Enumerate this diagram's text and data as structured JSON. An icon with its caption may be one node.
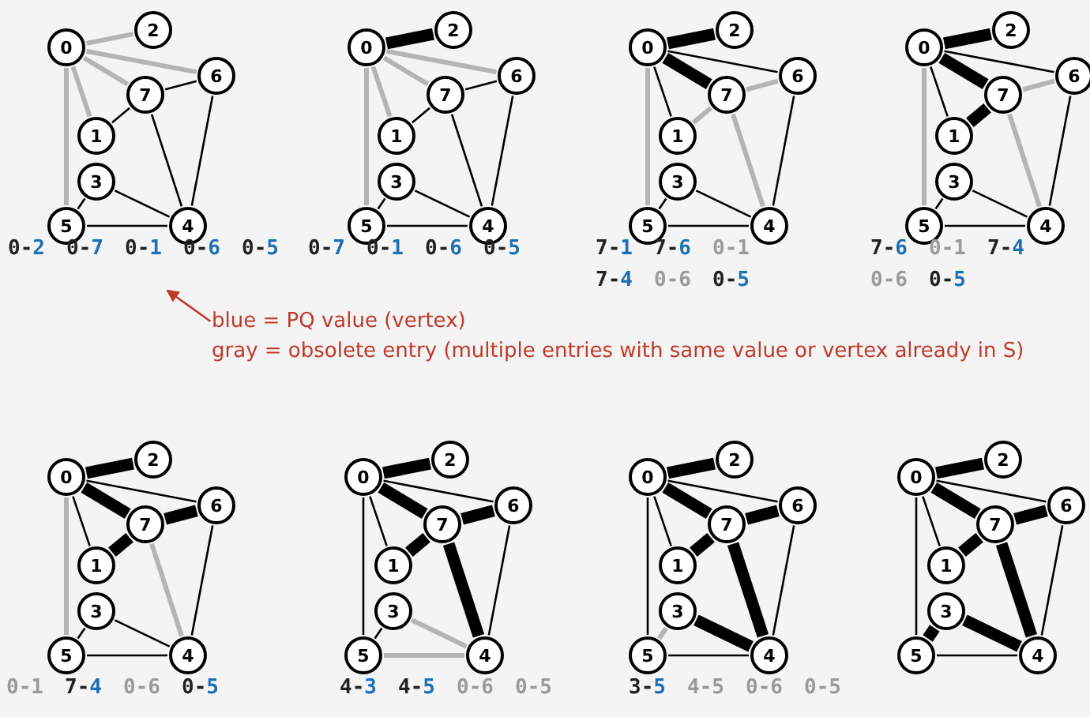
{
  "diagram": {
    "nodes": [
      {
        "text": [
          "0"
        ]
      },
      {
        "text": [
          "1"
        ]
      },
      {
        "text": [
          "2"
        ]
      },
      {
        "text": [
          "3"
        ]
      },
      {
        "text": [
          "4"
        ]
      },
      {
        "text": [
          "5"
        ]
      },
      {
        "text": [
          "6"
        ]
      },
      {
        "text": [
          "7"
        ]
      },
      {
        "text": [
          "0"
        ]
      },
      {
        "text": [
          "1"
        ]
      },
      {
        "text": [
          "2"
        ]
      },
      {
        "text": [
          "3"
        ]
      },
      {
        "text": [
          "4"
        ]
      },
      {
        "text": [
          "5"
        ]
      },
      {
        "text": [
          "6"
        ]
      },
      {
        "text": [
          "7"
        ]
      },
      {
        "text": [
          "0"
        ]
      },
      {
        "text": [
          "1"
        ]
      },
      {
        "text": [
          "2"
        ]
      },
      {
        "text": [
          "3"
        ]
      },
      {
        "text": [
          "4"
        ]
      },
      {
        "text": [
          "5"
        ]
      },
      {
        "text": [
          "6"
        ]
      },
      {
        "text": [
          "7"
        ]
      },
      {
        "text": [
          "0"
        ]
      },
      {
        "text": [
          "1"
        ]
      },
      {
        "text": [
          "2"
        ]
      },
      {
        "text": [
          "3"
        ]
      },
      {
        "text": [
          "4"
        ]
      },
      {
        "text": [
          "5"
        ]
      },
      {
        "text": [
          "6"
        ]
      },
      {
        "text": [
          "7"
        ]
      },
      {
        "text": [
          "0"
        ]
      },
      {
        "text": [
          "1"
        ]
      },
      {
        "text": [
          "2"
        ]
      },
      {
        "text": [
          "3"
        ]
      },
      {
        "text": [
          "4"
        ]
      },
      {
        "text": [
          "5"
        ]
      },
      {
        "text": [
          "6"
        ]
      },
      {
        "text": [
          "7"
        ]
      },
      {
        "text": [
          "0"
        ]
      },
      {
        "text": [
          "1"
        ]
      },
      {
        "text": [
          "2"
        ]
      },
      {
        "text": [
          "3"
        ]
      },
      {
        "text": [
          "4"
        ]
      },
      {
        "text": [
          "5"
        ]
      },
      {
        "text": [
          "6"
        ]
      },
      {
        "text": [
          "7"
        ]
      },
      {
        "text": [
          "0"
        ]
      },
      {
        "text": [
          "1"
        ]
      },
      {
        "text": [
          "2"
        ]
      },
      {
        "text": [
          "3"
        ]
      },
      {
        "text": [
          "4"
        ]
      },
      {
        "text": [
          "5"
        ]
      },
      {
        "text": [
          "6"
        ]
      },
      {
        "text": [
          "7"
        ]
      },
      {
        "text": [
          "0"
        ]
      },
      {
        "text": [
          "1"
        ]
      },
      {
        "text": [
          "2"
        ]
      },
      {
        "text": [
          "3"
        ]
      },
      {
        "text": [
          "4"
        ]
      },
      {
        "text": [
          "5"
        ]
      },
      {
        "text": [
          "6"
        ]
      },
      {
        "text": [
          "7"
        ]
      },
      {
        "text": [
          "blue =  PQ value (vertex)",
          "gray = obsolete entry (multiple entries with same value or vertex already in S)"
        ]
      }
    ],
    "edges": [
      {
        "from": 0,
        "to": 2,
        "arrow": "none",
        "color": "#b4b4b4"
      },
      {
        "from": 0,
        "to": 7,
        "arrow": "none",
        "color": "#b4b4b4"
      },
      {
        "from": 0,
        "to": 1,
        "arrow": "none",
        "color": "#b4b4b4"
      },
      {
        "from": 0,
        "to": 6,
        "arrow": "none",
        "color": "#b4b4b4"
      },
      {
        "from": 0,
        "to": 5,
        "arrow": "none",
        "color": "#b4b4b4"
      },
      {
        "from": 7,
        "to": 1,
        "arrow": "none"
      },
      {
        "from": 7,
        "to": 6,
        "arrow": "none"
      },
      {
        "from": 7,
        "to": 4,
        "arrow": "none"
      },
      {
        "from": 6,
        "to": 4,
        "arrow": "none"
      },
      {
        "from": 3,
        "to": 5,
        "arrow": "none"
      },
      {
        "from": 3,
        "to": 4,
        "arrow": "none"
      },
      {
        "from": 5,
        "to": 4,
        "arrow": "none"
      },
      {
        "from": 8,
        "to": 10,
        "arrow": "none",
        "style": "thick"
      },
      {
        "from": 8,
        "to": 15,
        "arrow": "none",
        "color": "#b4b4b4"
      },
      {
        "from": 8,
        "to": 9,
        "arrow": "none",
        "color": "#b4b4b4"
      },
      {
        "from": 8,
        "to": 14,
        "arrow": "none",
        "color": "#b4b4b4"
      },
      {
        "from": 8,
        "to": 13,
        "arrow": "none",
        "color": "#b4b4b4"
      },
      {
        "from": 15,
        "to": 9,
        "arrow": "none"
      },
      {
        "from": 15,
        "to": 14,
        "arrow": "none"
      },
      {
        "from": 15,
        "to": 12,
        "arrow": "none"
      },
      {
        "from": 14,
        "to": 12,
        "arrow": "none"
      },
      {
        "from": 11,
        "to": 13,
        "arrow": "none"
      },
      {
        "from": 11,
        "to": 12,
        "arrow": "none"
      },
      {
        "from": 13,
        "to": 12,
        "arrow": "none"
      },
      {
        "from": 16,
        "to": 18,
        "arrow": "none",
        "style": "thick"
      },
      {
        "from": 16,
        "to": 23,
        "arrow": "none",
        "style": "thick"
      },
      {
        "from": 16,
        "to": 17,
        "arrow": "none"
      },
      {
        "from": 16,
        "to": 22,
        "arrow": "none"
      },
      {
        "from": 16,
        "to": 21,
        "arrow": "none",
        "color": "#b4b4b4"
      },
      {
        "from": 23,
        "to": 17,
        "arrow": "none",
        "color": "#b4b4b4"
      },
      {
        "from": 23,
        "to": 22,
        "arrow": "none",
        "color": "#b4b4b4"
      },
      {
        "from": 23,
        "to": 20,
        "arrow": "none",
        "color": "#b4b4b4"
      },
      {
        "from": 22,
        "to": 20,
        "arrow": "none"
      },
      {
        "from": 19,
        "to": 21,
        "arrow": "none"
      },
      {
        "from": 19,
        "to": 20,
        "arrow": "none"
      },
      {
        "from": 21,
        "to": 20,
        "arrow": "none"
      },
      {
        "from": 24,
        "to": 26,
        "arrow": "none",
        "style": "thick"
      },
      {
        "from": 24,
        "to": 31,
        "arrow": "none",
        "style": "thick"
      },
      {
        "from": 24,
        "to": 25,
        "arrow": "none"
      },
      {
        "from": 24,
        "to": 30,
        "arrow": "none"
      },
      {
        "from": 24,
        "to": 29,
        "arrow": "none",
        "color": "#b4b4b4"
      },
      {
        "from": 31,
        "to": 25,
        "arrow": "none",
        "style": "thick"
      },
      {
        "from": 31,
        "to": 30,
        "arrow": "none",
        "color": "#b4b4b4"
      },
      {
        "from": 31,
        "to": 28,
        "arrow": "none",
        "color": "#b4b4b4"
      },
      {
        "from": 30,
        "to": 28,
        "arrow": "none"
      },
      {
        "from": 27,
        "to": 29,
        "arrow": "none"
      },
      {
        "from": 27,
        "to": 28,
        "arrow": "none"
      },
      {
        "from": 29,
        "to": 28,
        "arrow": "none"
      },
      {
        "from": 32,
        "to": 34,
        "arrow": "none",
        "style": "thick"
      },
      {
        "from": 32,
        "to": 39,
        "arrow": "none",
        "style": "thick"
      },
      {
        "from": 32,
        "to": 33,
        "arrow": "none"
      },
      {
        "from": 32,
        "to": 38,
        "arrow": "none"
      },
      {
        "from": 32,
        "to": 37,
        "arrow": "none",
        "color": "#b4b4b4"
      },
      {
        "from": 39,
        "to": 33,
        "arrow": "none",
        "style": "thick"
      },
      {
        "from": 39,
        "to": 38,
        "arrow": "none",
        "style": "thick"
      },
      {
        "from": 39,
        "to": 36,
        "arrow": "none",
        "color": "#b4b4b4"
      },
      {
        "from": 38,
        "to": 36,
        "arrow": "none"
      },
      {
        "from": 35,
        "to": 37,
        "arrow": "none"
      },
      {
        "from": 35,
        "to": 36,
        "arrow": "none"
      },
      {
        "from": 37,
        "to": 36,
        "arrow": "none"
      },
      {
        "from": 40,
        "to": 42,
        "arrow": "none",
        "style": "thick"
      },
      {
        "from": 40,
        "to": 47,
        "arrow": "none",
        "style": "thick"
      },
      {
        "from": 40,
        "to": 41,
        "arrow": "none"
      },
      {
        "from": 40,
        "to": 46,
        "arrow": "none"
      },
      {
        "from": 40,
        "to": 45,
        "arrow": "none"
      },
      {
        "from": 47,
        "to": 41,
        "arrow": "none",
        "style": "thick"
      },
      {
        "from": 47,
        "to": 46,
        "arrow": "none",
        "style": "thick"
      },
      {
        "from": 47,
        "to": 44,
        "arrow": "none",
        "style": "thick"
      },
      {
        "from": 46,
        "to": 44,
        "arrow": "none"
      },
      {
        "from": 43,
        "to": 45,
        "arrow": "none"
      },
      {
        "from": 43,
        "to": 44,
        "arrow": "none",
        "color": "#b4b4b4"
      },
      {
        "from": 45,
        "to": 44,
        "arrow": "none",
        "color": "#b4b4b4"
      },
      {
        "from": 48,
        "to": 50,
        "arrow": "none",
        "style": "thick"
      },
      {
        "from": 48,
        "to": 55,
        "arrow": "none",
        "style": "thick"
      },
      {
        "from": 48,
        "to": 49,
        "arrow": "none"
      },
      {
        "from": 48,
        "to": 54,
        "arrow": "none"
      },
      {
        "from": 48,
        "to": 53,
        "arrow": "none"
      },
      {
        "from": 55,
        "to": 49,
        "arrow": "none",
        "style": "thick"
      },
      {
        "from": 55,
        "to": 54,
        "arrow": "none",
        "style": "thick"
      },
      {
        "from": 55,
        "to": 52,
        "arrow": "none",
        "style": "thick"
      },
      {
        "from": 54,
        "to": 52,
        "arrow": "none"
      },
      {
        "from": 51,
        "to": 53,
        "arrow": "none",
        "color": "#b4b4b4"
      },
      {
        "from": 51,
        "to": 52,
        "arrow": "none",
        "style": "thick"
      },
      {
        "from": 53,
        "to": 52,
        "arrow": "none"
      },
      {
        "from": 56,
        "to": 58,
        "arrow": "none",
        "style": "thick"
      },
      {
        "from": 56,
        "to": 63,
        "arrow": "none",
        "style": "thick"
      },
      {
        "from": 56,
        "to": 57,
        "arrow": "none"
      },
      {
        "from": 56,
        "to": 62,
        "arrow": "none"
      },
      {
        "from": 56,
        "to": 61,
        "arrow": "none"
      },
      {
        "from": 63,
        "to": 57,
        "arrow": "none",
        "style": "thick"
      },
      {
        "from": 63,
        "to": 62,
        "arrow": "none",
        "style": "thick"
      },
      {
        "from": 63,
        "to": 60,
        "arrow": "none",
        "style": "thick"
      },
      {
        "from": 62,
        "to": 60,
        "arrow": "none"
      },
      {
        "from": 59,
        "to": 61,
        "arrow": "none",
        "style": "thick"
      },
      {
        "from": 59,
        "to": 60,
        "arrow": "none",
        "style": "thick"
      },
      {
        "from": 61,
        "to": 60,
        "arrow": "none"
      },
      {
        "from": 64,
        "to": null,
        "arrow": "to",
        "color": "#c0392b"
      }
    ],
    "labels": [
      "0-2",
      "0-7",
      "0-1",
      "0-6",
      "0-5",
      "0-7",
      "0-1",
      "0-6",
      "0-5",
      "7-1",
      "7-6",
      "0-1",
      "7-4",
      "0-6",
      "0-5",
      "7-6",
      "0-1",
      "7-4",
      "0-6",
      "0-5",
      "0-1",
      "7-4",
      "0-6",
      "0-5",
      "4-3",
      "4-5",
      "0-6",
      "0-5",
      "3-5",
      "4-5",
      "0-6",
      "0-5"
    ]
  }
}
